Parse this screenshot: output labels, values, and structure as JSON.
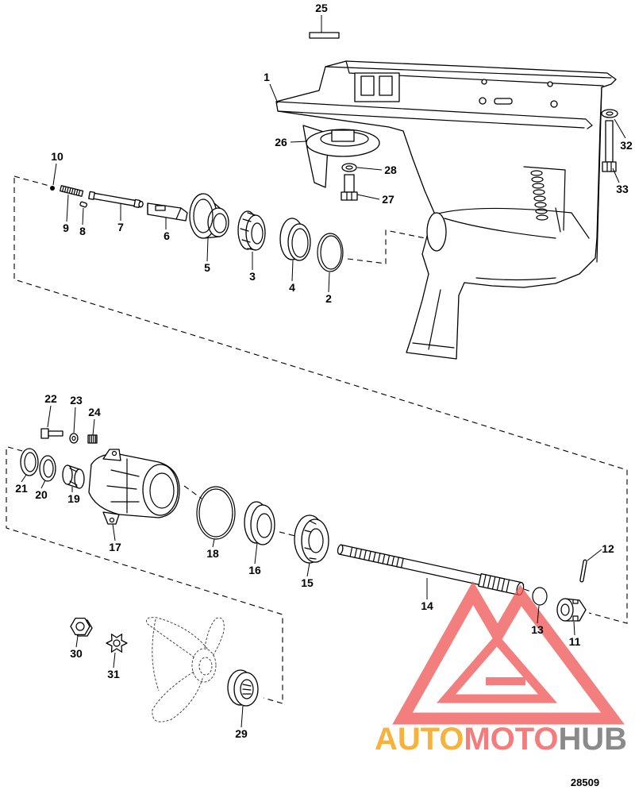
{
  "diagram_id": "28509",
  "callouts": {
    "c1": "1",
    "c2": "2",
    "c3": "3",
    "c4": "4",
    "c5": "5",
    "c6": "6",
    "c7": "7",
    "c8": "8",
    "c9": "9",
    "c10": "10",
    "c11": "11",
    "c12": "12",
    "c13": "13",
    "c14": "14",
    "c15": "15",
    "c16": "16",
    "c17": "17",
    "c18": "18",
    "c19": "19",
    "c20": "20",
    "c21": "21",
    "c22": "22",
    "c23": "23",
    "c24": "24",
    "c25": "25",
    "c26": "26",
    "c27": "27",
    "c28": "28",
    "c29": "29",
    "c30": "30",
    "c31": "31",
    "c32": "32",
    "c33": "33"
  },
  "watermark": {
    "auto": "AUTO",
    "moto": "MOTO",
    "hub": "HUB"
  },
  "colors": {
    "line": "#000000",
    "logo_red": "#f05a5a",
    "brand_orange": "#f6b23c",
    "brand_red": "#f47c7c",
    "brand_gray": "#8a8a8a"
  }
}
